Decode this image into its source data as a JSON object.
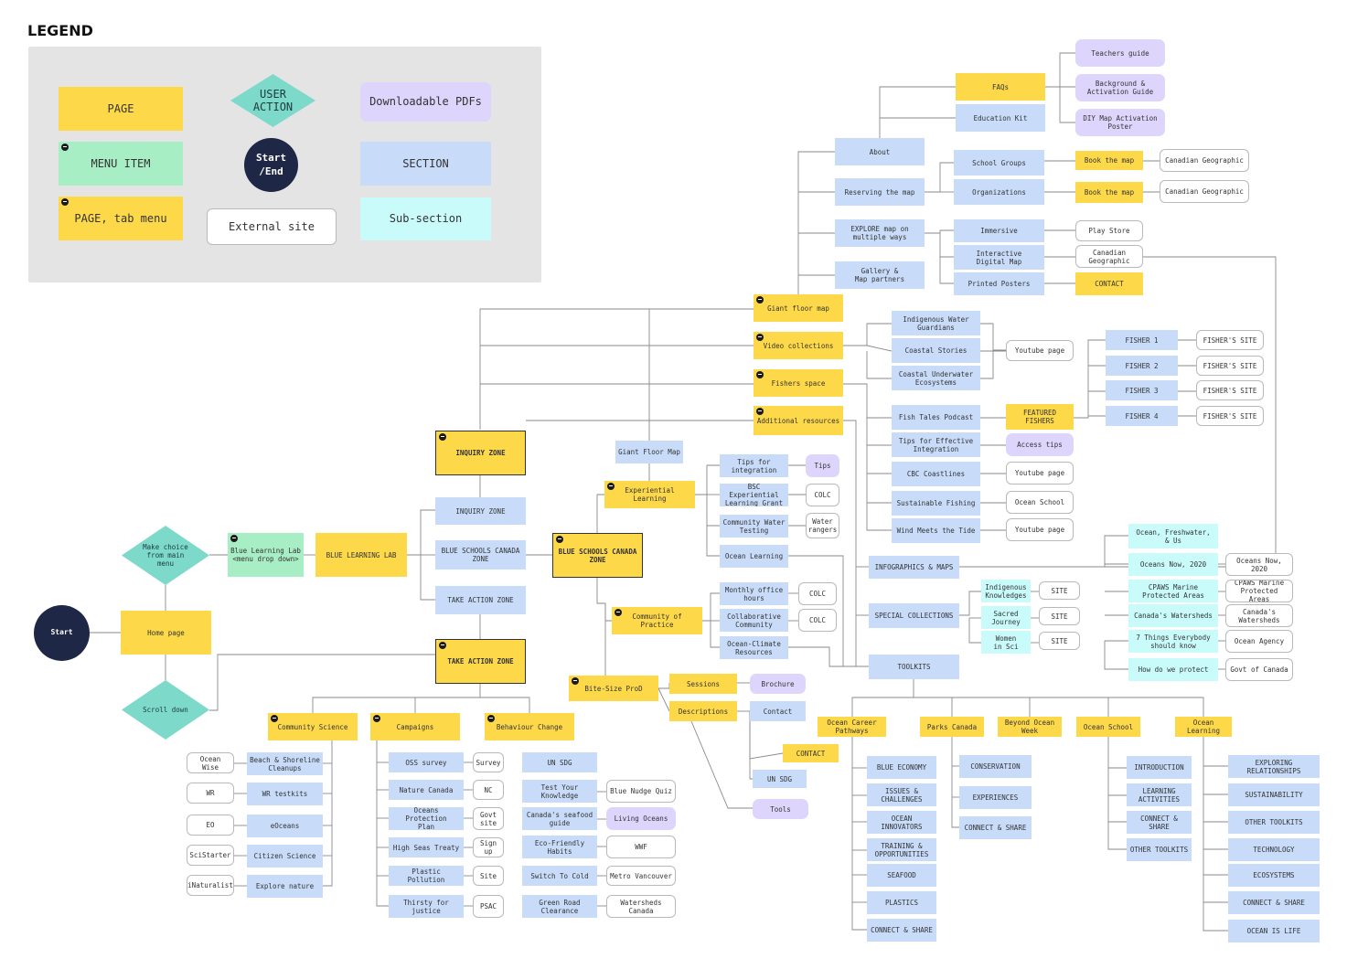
{
  "legend": {
    "title": "LEGEND",
    "page": "PAGE",
    "user_action": "USER\nACTION",
    "pdfs": "Downloadable PDFs",
    "menu_item": "MENU ITEM",
    "start_end": "Start\n/End",
    "section": "SECTION",
    "tab_menu": "PAGE, tab menu",
    "external": "External site",
    "subsection": "Sub-section"
  },
  "colors": {
    "page": "#fdd94a",
    "menu_item": "#a8eec4",
    "section": "#c8dcfa",
    "subsection": "#c9fbfb",
    "pdf": "#ddd5fb",
    "user_action": "#7dd9ca",
    "start_end": "#1f2747",
    "external": "#ffffff"
  },
  "nodes": {
    "start": "Start",
    "home_page": "Home page",
    "make_choice": "Make choice\nfrom main\nmenu",
    "scroll_down": "Scroll down",
    "blue_lab_menu": "Blue Learning Lab\n<menu drop down>",
    "blue_lab": "BLUE LEARNING LAB",
    "inquiry_zone_main": "INQUIRY ZONE",
    "inquiry_zone_sec": "INQUIRY ZONE",
    "bsc_zone_sec": "BLUE SCHOOLS CANADA\nZONE",
    "take_action_sec": "TAKE ACTION ZONE",
    "take_action_main": "TAKE ACTION ZONE",
    "bsc_zone_main": "BLUE SCHOOLS CANADA\nZONE",
    "giant_floor_map_page": "Giant floor map",
    "video_collections": "Video collections",
    "fishers_space": "Fishers space",
    "additional_resources": "Additional resources",
    "about": "About",
    "reserving_map": "Reserving the map",
    "explore_map": "EXPLORE map on\nmultiple ways",
    "gallery": "Gallery &\nMap partners",
    "faqs": "FAQs",
    "education_kit": "Education Kit",
    "teachers_guide": "Teachers guide",
    "background_guide": "Background &\nActivation Guide",
    "diy_poster": "DIY Map Activation\nPoster",
    "school_groups": "School Groups",
    "organizations": "Organizations",
    "book_map_1": "Book the map",
    "book_map_2": "Book the map",
    "cangeo_1": "Canadian Geographic",
    "cangeo_2": "Canadian Geographic",
    "immersive": "Immersive",
    "interactive_map": "Interactive\nDigital Map",
    "printed_posters": "Printed Posters",
    "play_store": "Play Store",
    "cangeo_3": "Canadian\nGeographic",
    "contact_1": "CONTACT",
    "indigenous_guardians": "Indigenous Water\nGuardians",
    "coastal_stories": "Coastal Stories",
    "coastal_underwater": "Coastal Underwater\nEcosystems",
    "youtube_1": "Youtube page",
    "fisher_1": "FISHER 1",
    "fisher_2": "FISHER 2",
    "fisher_3": "FISHER 3",
    "fisher_4": "FISHER 4",
    "fisher_site_1": "FISHER'S SITE",
    "fisher_site_2": "FISHER'S SITE",
    "fisher_site_3": "FISHER'S SITE",
    "fisher_site_4": "FISHER'S SITE",
    "fish_tales": "Fish Tales Podcast",
    "featured_fishers": "FEATURED\nFISHERS",
    "tips_effective": "Tips for Effective\nIntegration",
    "access_tips": "Access tips",
    "cbc_coastlines": "CBC Coastlines",
    "youtube_2": "Youtube page",
    "sustainable_fishing": "Sustainable Fishing",
    "ocean_school_ext": "Ocean School",
    "wind_tide": "Wind Meets the Tide",
    "youtube_3": "Youtube page",
    "giant_floor_map_sec": "Giant Floor Map",
    "experiential_learning": "Experiential Learning",
    "tips_integration": "Tips for\nintegration",
    "tips_pdf": "Tips",
    "bsc_grant": "BSC Experiential\nLearning Grant",
    "colc_1": "COLC",
    "community_water": "Community Water\nTesting",
    "water_rangers": "Water\nrangers",
    "ocean_learning_sec": "Ocean Learning",
    "community_practice": "Community of Practice",
    "monthly_office": "Monthly office\nhours",
    "colc_2": "COLC",
    "collaborative": "Collaborative\nCommunity",
    "colc_3": "COLC",
    "ocean_climate": "Ocean-Climate\nResources",
    "infographics": "INFOGRAPHICS & MAPS",
    "special_collections": "SPECIAL COLLECTIONS",
    "toolkits": "TOOLKITS",
    "indigenous_knowledges": "Indigenous\nKnowledges",
    "sacred_journey": "Sacred\nJourney",
    "women_sci": "Women\nin Sci",
    "site_1": "SITE",
    "site_2": "SITE",
    "site_3": "SITE",
    "ocean_fresh": "Ocean, Freshwater,\n& Us",
    "oceans_now": "Oceans Now, 2020",
    "oceans_now_ext": "Oceans Now, 2020",
    "cpaws": "CPAWS Marine\nProtected Areas",
    "cpaws_ext": "CPAWS Marine\nProtected Areas",
    "watersheds": "Canada's Watersheds",
    "watersheds_ext": "Canada's\nWatersheds",
    "seven_things": "7 Things Everybody\nshould know",
    "ocean_agency": "Ocean Agency",
    "how_protect": "How do we protect",
    "govt_canada": "Govt of Canada",
    "bite_size": "Bite-Size ProD",
    "sessions": "Sessions",
    "descriptions": "Descriptions",
    "brochure": "Brochure",
    "contact_sec": "Contact",
    "contact_2": "CONTACT",
    "un_sdg_right": "UN SDG",
    "tools": "Tools",
    "community_science": "Community Science",
    "campaigns": "Campaigns",
    "behaviour_change": "Behaviour Change",
    "beach_cleanups": "Beach & Shoreline\nCleanups",
    "ocean_wise": "Ocean Wise",
    "wr_testkits": "WR testkits",
    "wr": "WR",
    "eoceans_sec": "eOceans",
    "eo": "EO",
    "citizen_science": "Citizen Science",
    "scistarter": "SciStarter",
    "explore_nature": "Explore nature",
    "inaturalist": "iNaturalist",
    "oss_survey": "OSS survey",
    "survey": "Survey",
    "nature_canada": "Nature Canada",
    "nc": "NC",
    "oceans_plan": "Oceans Protection\nPlan",
    "govt_site": "Govt\nsite",
    "high_seas": "High Seas Treaty",
    "sign_up": "Sign up",
    "plastic_pollution": "Plastic Pollution",
    "site_4": "Site",
    "thirsty": "Thirsty for\njustice",
    "psac": "PSAC",
    "un_sdg_left": "UN SDG",
    "test_knowledge": "Test Your\nKnowledge",
    "blue_nudge": "Blue Nudge Quiz",
    "seafood_guide": "Canada's seafood\nguide",
    "living_oceans": "Living Oceans",
    "eco_habits": "Eco-Friendly\nHabits",
    "wwf": "WWF",
    "switch_cold": "Switch To Cold",
    "metro_vancouver": "Metro Vancouver",
    "green_road": "Green Road\nClearance",
    "watersheds_canada": "Watersheds Canada",
    "ocean_career": "Ocean Career\nPathways",
    "parks_canada": "Parks Canada",
    "beyond_ocean": "Beyond Ocean\nWeek",
    "ocean_school_page": "Ocean School",
    "ocean_learning_page": "Ocean\nLearning",
    "blue_economy": "BLUE ECONOMY",
    "issues_challenges": "ISSUES &\nCHALLENGES",
    "ocean_innovators": "OCEAN INNOVATORS",
    "training": "TRAINING &\nOPPORTUNITIES",
    "seafood": "SEAFOOD",
    "plastics": "PLASTICS",
    "connect_share_1": "CONNECT & SHARE",
    "conservation": "CONSERVATION",
    "experiences": "EXPERIENCES",
    "connect_share_2": "CONNECT & SHARE",
    "introduction": "INTRODUCTION",
    "learning_activities": "LEARNING\nACTIVITIES",
    "connect_share_3": "CONNECT & SHARE",
    "other_toolkits_1": "OTHER TOOLKITS",
    "exploring_relationships": "EXPLORING\nRELATIONSHIPS",
    "sustainability": "SUSTAINABILITY",
    "other_toolkits_2": "OTHER TOOLKITS",
    "technology": "TECHNOLOGY",
    "ecosystems": "ECOSYSTEMS",
    "connect_share_4": "CONNECT & SHARE",
    "ocean_is_life": "OCEAN IS LIFE"
  }
}
